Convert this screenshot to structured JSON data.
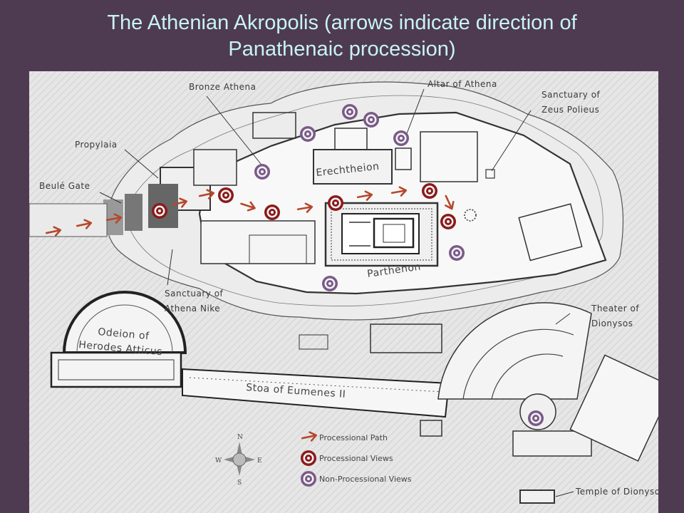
{
  "slide": {
    "title_line1": "The Athenian Akropolis (arrows indicate direction of",
    "title_line2": "Panathenaic procession)"
  },
  "map": {
    "labels": {
      "bronze_athena": "Bronze Athena",
      "altar_of_athena": "Altar of Athena",
      "sanctuary_zeus_1": "Sanctuary of",
      "sanctuary_zeus_2": "Zeus Polieus",
      "propylaia": "Propylaia",
      "beule_gate": "Beulé Gate",
      "erechtheion": "Erechtheion",
      "parthenon": "Parthenon",
      "sanctuary_nike_1": "Sanctuary of",
      "sanctuary_nike_2": "Athena Nike",
      "theater_1": "Theater of",
      "theater_2": "Dionysos",
      "odeion_1": "Odeion of",
      "odeion_2": "Herodes Atticus",
      "stoa": "Stoa of Eumenes II",
      "temple_dionysos": "Temple of Dionysos"
    },
    "compass": {
      "n": "N",
      "s": "S",
      "e": "E",
      "w": "W"
    },
    "legend": {
      "path": "Processional Path",
      "proc_views": "Processional Views",
      "nonproc_views": "Non-Processional Views"
    },
    "colors": {
      "processional": "#8b1a1a",
      "non_processional": "#7a5a88",
      "arrow": "#b5482c"
    }
  }
}
